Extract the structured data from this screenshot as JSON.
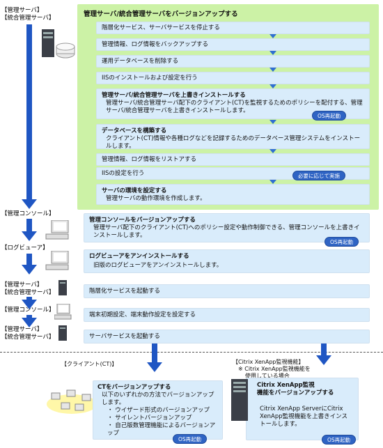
{
  "roles": {
    "mgmt_server_1": "【管理サーバ】",
    "integrated_server_1": "【統合管理サーバ】",
    "mgmt_console_1": "【管理コンソール】",
    "log_viewer": "【ログビューア】",
    "mgmt_server_2": "【管理サーバ】",
    "integrated_server_2": "【統合管理サーバ】",
    "mgmt_console_2": "【管理コンソール】",
    "mgmt_server_3": "【管理サーバ】",
    "integrated_server_3": "【統合管理サーバ】",
    "client": "【クライアント(CT)】",
    "citrix_func": "【Citrix XenApp監視機能】",
    "citrix_note_line1": "※ Citrix XenApp監視機能を",
    "citrix_note_line2": "使用している場合"
  },
  "server_upgrade": {
    "title": "管理サーバ/統合管理サーバをバージョンアップする",
    "steps": [
      {
        "title": "",
        "text": "階層化サービス、サーバサービスを停止する"
      },
      {
        "title": "",
        "text": "管理情報、ログ情報をバックアップする"
      },
      {
        "title": "",
        "text": "運用データベースを削除する"
      },
      {
        "title": "",
        "text": "IISのインストールおよび設定を行う"
      },
      {
        "title": "管理サーバ/統合管理サーバを上書きインストールする",
        "text": "管理サーバ/統合管理サーバ配下のクライアント(CT)を監視するためのポリシーを配付する、管理サーバ/統合管理サーバを上書きインストールします。"
      },
      {
        "title": "データベースを構築する",
        "text": "クライアント(CT)情報や各種ログなどを記録するためのデータベース管理システムをインストールします。"
      },
      {
        "title": "",
        "text": "管理情報、ログ情報をリストアする"
      },
      {
        "title": "",
        "text": "IISの設定を行う"
      },
      {
        "title": "サーバの環境を設定する",
        "text": "管理サーバの動作環境を作成します。"
      }
    ],
    "os_reboot": "OS再起動",
    "as_needed": "必要に応じて実施"
  },
  "console_upgrade": {
    "title": "管理コンソールをバージョンアップする",
    "text": "管理サーバ配下のクライアント(CT)へのポリシー設定や動作制御できる、管理コンソールを上書きインストールします。",
    "os_reboot": "OS再起動"
  },
  "log_viewer_uninstall": {
    "title": "ログビューアをアンインストールする",
    "text": "旧版のログビューアをアンインストールします。"
  },
  "start_hierarchy": {
    "text": "階層化サービスを起動する"
  },
  "terminal_settings": {
    "text": "端末初期設定、端末動作設定を設定する"
  },
  "start_server_service": {
    "text": "サーバサービスを起動する"
  },
  "ct_upgrade": {
    "title": "CTをバージョンアップする",
    "intro": "以下のいずれかの方法でバージョンアップします。",
    "methods": [
      "ウイザード形式のバージョンアップ",
      "サイレントバージョンアップ",
      "自己版数管理機能によるバージョンアップ"
    ],
    "os_reboot": "OS再起動"
  },
  "citrix_upgrade": {
    "title_line1": "Citrix XenApp監視",
    "title_line2": "機能をバージョンアップする",
    "text": "Citrix XenApp ServerにCitrix XenApp監視機能を上書きインストールします。",
    "os_reboot": "OS再起動"
  },
  "colors": {
    "green_panel": "#ccf2a6",
    "step_box": "#d9ecfb",
    "arrow_blue": "#1f56c3",
    "os_button": "#2f64c4"
  }
}
